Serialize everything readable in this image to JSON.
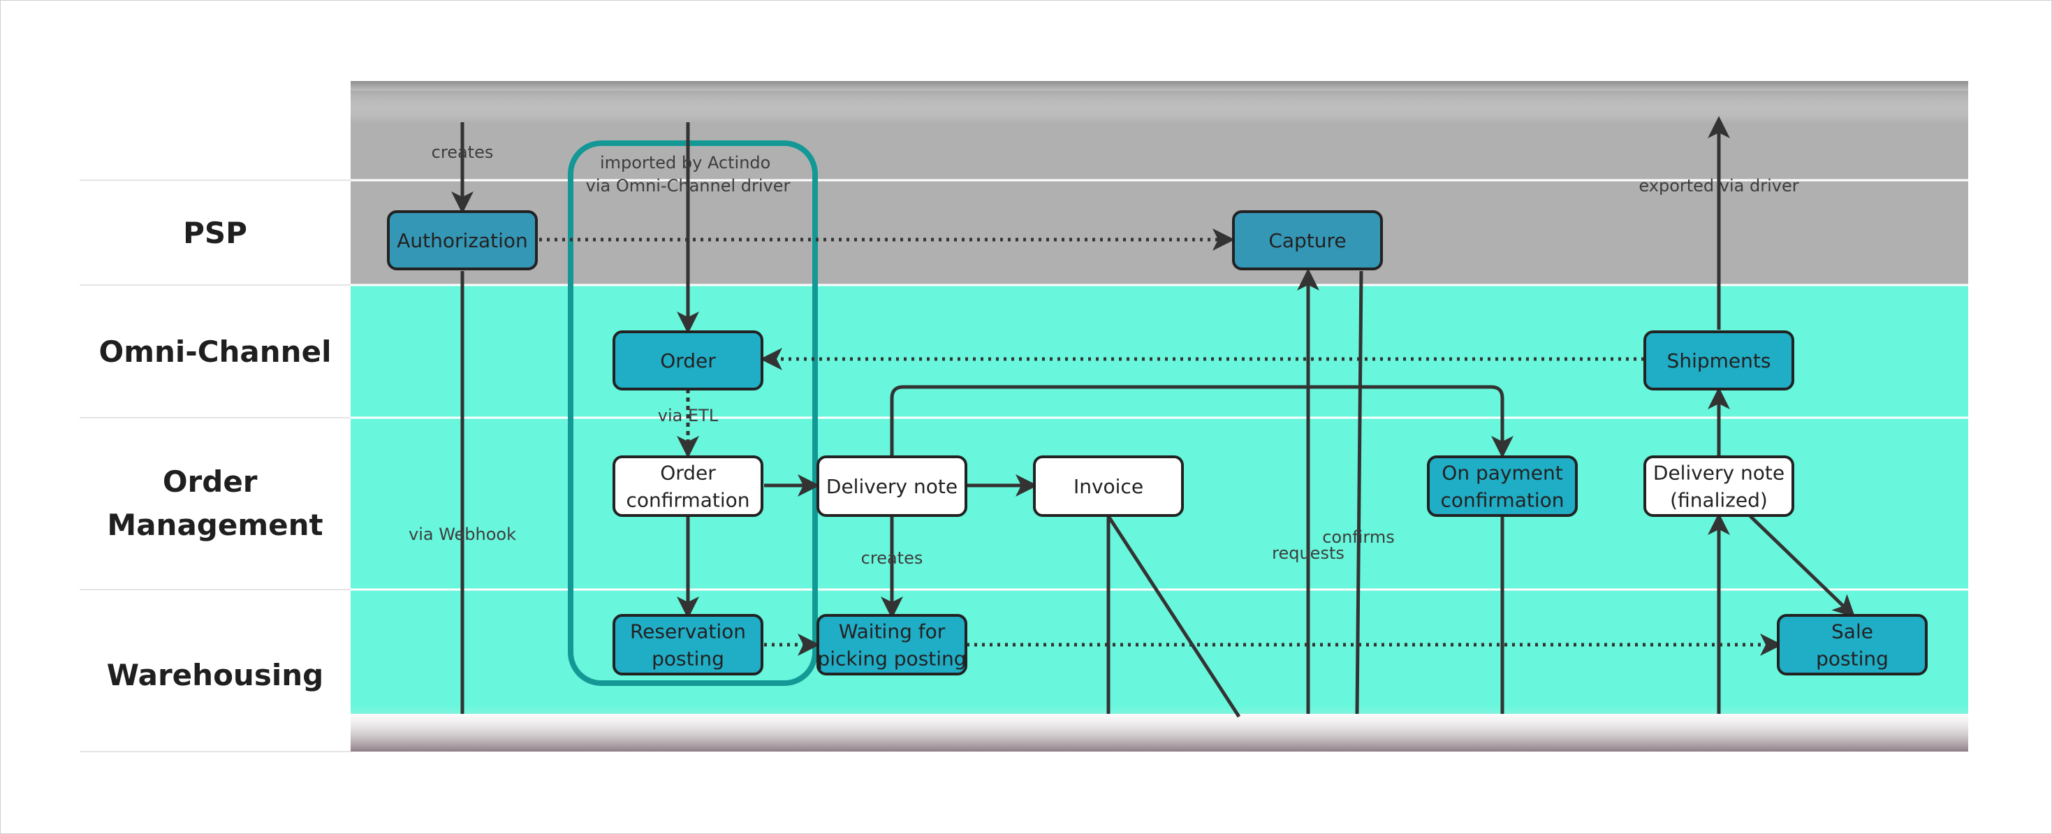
{
  "lanes": [
    {
      "id": "top",
      "label": ""
    },
    {
      "id": "psp",
      "label": "PSP"
    },
    {
      "id": "omni",
      "label": "Omni-Channel"
    },
    {
      "id": "om",
      "label": [
        "Order",
        "Management"
      ]
    },
    {
      "id": "wh",
      "label": "Warehousing"
    }
  ],
  "nodes": {
    "authorization": {
      "lines": [
        "Authorization"
      ],
      "style": "dark"
    },
    "capture": {
      "lines": [
        "Capture"
      ],
      "style": "dark"
    },
    "order": {
      "lines": [
        "Order"
      ],
      "style": "teal"
    },
    "shipments": {
      "lines": [
        "Shipments"
      ],
      "style": "teal"
    },
    "order_confirmation": {
      "lines": [
        "Order",
        "confirmation"
      ],
      "style": "white"
    },
    "delivery_note": {
      "lines": [
        "Delivery note"
      ],
      "style": "white"
    },
    "invoice": {
      "lines": [
        "Invoice"
      ],
      "style": "white"
    },
    "on_payment_confirmation": {
      "lines": [
        "On payment",
        "confirmation"
      ],
      "style": "teal"
    },
    "delivery_note_finalized": {
      "lines": [
        "Delivery note",
        "(finalized)"
      ],
      "style": "white"
    },
    "reservation_posting": {
      "lines": [
        "Reservation",
        "posting"
      ],
      "style": "teal"
    },
    "waiting_for_picking_posting": {
      "lines": [
        "Waiting for",
        "picking posting"
      ],
      "style": "teal"
    },
    "sale_posting": {
      "lines": [
        "Sale",
        "posting"
      ],
      "style": "teal"
    }
  },
  "edge_labels": {
    "creates_top": "creates",
    "imported": [
      "imported by Actindo",
      "via Omni-Channel driver"
    ],
    "exported": "exported via driver",
    "via_etl": "via ETL",
    "via_webhook": "via Webhook",
    "creates_mid": "creates",
    "requests": "requests",
    "confirms": "confirms"
  },
  "colors": {
    "lane_gray": "#b0b0b0",
    "lane_teal": "#68f7dc",
    "node_dark": "#3497b6",
    "node_teal": "#20adc6",
    "node_white": "#ffffff",
    "node_border": "#222222",
    "edge": "#333333",
    "highlight": "#139896",
    "lane_divider": "#ffffff"
  },
  "icons": {
    "arrowhead": "arrowhead-icon"
  }
}
